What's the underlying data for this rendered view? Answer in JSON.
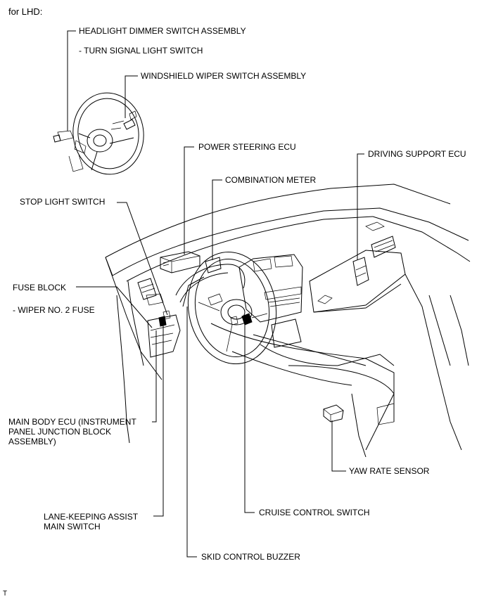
{
  "header": "for LHD:",
  "labels": {
    "headlight_dimmer": "HEADLIGHT DIMMER SWITCH ASSEMBLY",
    "turn_signal": "- TURN SIGNAL LIGHT SWITCH",
    "windshield_wiper": "WINDSHIELD WIPER SWITCH ASSEMBLY",
    "power_steering": "POWER STEERING ECU",
    "driving_support": "DRIVING SUPPORT ECU",
    "combination_meter": "COMBINATION METER",
    "stop_light": "STOP LIGHT SWITCH",
    "fuse_block": "FUSE BLOCK",
    "wiper_fuse": "- WIPER NO. 2 FUSE",
    "main_body_ecu": "MAIN BODY ECU (INSTRUMENT\nPANEL JUNCTION BLOCK\nASSEMBLY)",
    "yaw_rate": "YAW RATE SENSOR",
    "lane_keeping": "LANE-KEEPING ASSIST\nMAIN SWITCH",
    "cruise_control": "CRUISE CONTROL SWITCH",
    "skid_buzzer": "SKID CONTROL BUZZER"
  },
  "footer_mark": "T"
}
